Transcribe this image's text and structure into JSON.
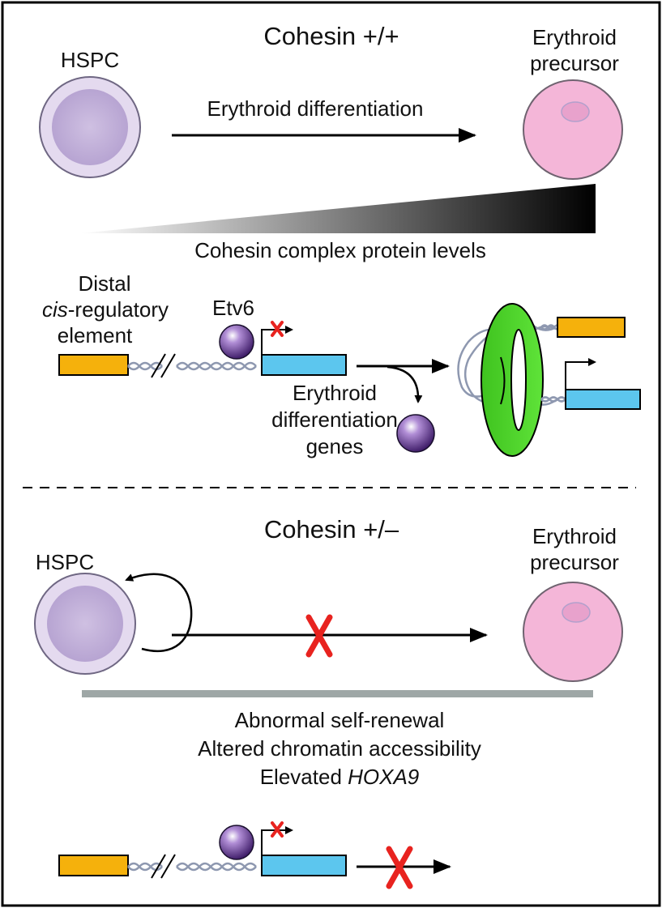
{
  "top": {
    "title": "Cohesin +/+",
    "hspc": "HSPC",
    "precursor": [
      "Erythroid",
      "precursor"
    ],
    "arrow_label": "Erythroid differentiation",
    "gradient_label": "Cohesin complex protein levels",
    "distal_element": {
      "line1": "Distal",
      "cis": "cis",
      "rest": "-regulatory",
      "line3": "element"
    },
    "etv6": "Etv6",
    "genes": [
      "Erythroid",
      "differentiation",
      "genes"
    ]
  },
  "bottom": {
    "title": "Cohesin +/–",
    "hspc": "HSPC",
    "precursor": [
      "Erythroid",
      "precursor"
    ],
    "effects": {
      "line1": "Abnormal self-renewal",
      "line2": "Altered chromatin accessibility",
      "line3_prefix": "Elevated ",
      "line3_gene": "HOXA9"
    }
  },
  "colors": {
    "hspc_fill": "#c8b8dc",
    "hspc_border": "#e4daef",
    "precursor": "#f4b6d8",
    "precursor_nucleus": "#e8a2cc",
    "regulatory_element": "#f5b10c",
    "gene": "#5cc6ee",
    "cohesin_ring": "#4fd62a",
    "etv6": "#6b3d94",
    "block_x": "#e8231f",
    "divider": "#9ea7a6"
  },
  "icons": [
    "hspc-cell-icon",
    "erythroid-precursor-icon",
    "etv6-protein-icon",
    "dna-strand-icon",
    "cohesin-ring-icon",
    "block-x-icon",
    "self-renewal-arrow-icon"
  ]
}
